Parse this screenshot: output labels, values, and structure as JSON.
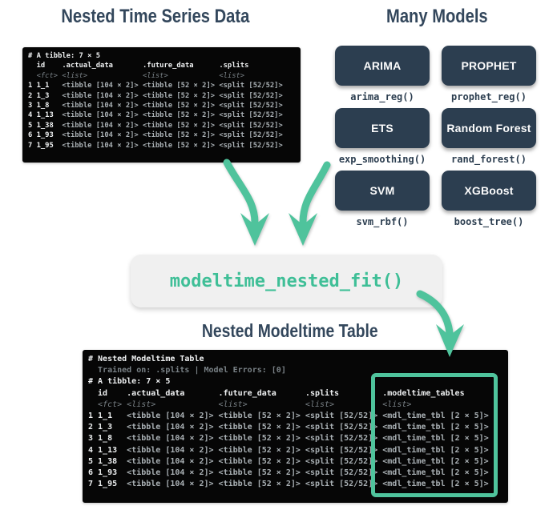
{
  "colors": {
    "accent_green": "#4fc39c",
    "code_green": "#3fbf97",
    "navy": "#2c3e50",
    "heading_navy": "#33475c",
    "terminal_background": "#060606",
    "terminal_bright": "#eef0f1",
    "terminal_gray": "#a9b0b4",
    "terminal_dim": "#7a8287",
    "fit_box_background": "#f0f0f0"
  },
  "left": {
    "title": "Nested Time Series Data",
    "terminal": {
      "lines": [
        [
          {
            "t": "# A tibble: 7 × 5",
            "c": "b"
          }
        ],
        [
          {
            "t": "  id    .actual_data       .future_data      .splits",
            "c": "b"
          }
        ],
        [
          {
            "t": "  ",
            "c": "n"
          },
          {
            "t": "<fct> <list>             <list>            <list>",
            "c": "i"
          }
        ],
        [
          {
            "t": "1 1_1",
            "c": "b"
          },
          {
            "t": "   <tibble [104 × 2]> <tibble [52 × 2]> <split [52/52]>",
            "c": "n"
          }
        ],
        [
          {
            "t": "2 1_3",
            "c": "b"
          },
          {
            "t": "   <tibble [104 × 2]> <tibble [52 × 2]> <split [52/52]>",
            "c": "n"
          }
        ],
        [
          {
            "t": "3 1_8",
            "c": "b"
          },
          {
            "t": "   <tibble [104 × 2]> <tibble [52 × 2]> <split [52/52]>",
            "c": "n"
          }
        ],
        [
          {
            "t": "4 1_13",
            "c": "b"
          },
          {
            "t": "  <tibble [104 × 2]> <tibble [52 × 2]> <split [52/52]>",
            "c": "n"
          }
        ],
        [
          {
            "t": "5 1_38",
            "c": "b"
          },
          {
            "t": "  <tibble [104 × 2]> <tibble [52 × 2]> <split [52/52]>",
            "c": "n"
          }
        ],
        [
          {
            "t": "6 1_93",
            "c": "b"
          },
          {
            "t": "  <tibble [104 × 2]> <tibble [52 × 2]> <split [52/52]>",
            "c": "n"
          }
        ],
        [
          {
            "t": "7 1_95",
            "c": "b"
          },
          {
            "t": "  <tibble [104 × 2]> <tibble [52 × 2]> <split [52/52]>",
            "c": "n"
          }
        ]
      ]
    }
  },
  "right": {
    "title": "Many Models",
    "models": [
      {
        "label": "ARIMA",
        "fn": "arima_reg()"
      },
      {
        "label": "PROPHET",
        "fn": "prophet_reg()"
      },
      {
        "label": "ETS",
        "fn": "exp_smoothing()"
      },
      {
        "label": "Random Forest",
        "fn": "rand_forest()"
      },
      {
        "label": "SVM",
        "fn": "svm_rbf()"
      },
      {
        "label": "XGBoost",
        "fn": "boost_tree()"
      }
    ]
  },
  "center": {
    "fn": "modeltime_nested_fit()"
  },
  "bottom": {
    "title": "Nested Modeltime Table",
    "highlight_column": ".modeltime_tables",
    "terminal": {
      "lines": [
        [
          {
            "t": "# Nested Modeltime Table",
            "c": "b"
          }
        ],
        [
          {
            "t": "  Trained on: .splits | Model Errors: [0]",
            "c": "d"
          }
        ],
        [
          {
            "t": "# A tibble: 7 × 5",
            "c": "b"
          }
        ],
        [
          {
            "t": "  id    .actual_data       .future_data      .splits         .modeltime_tables",
            "c": "b"
          }
        ],
        [
          {
            "t": "  ",
            "c": "n"
          },
          {
            "t": "<fct> <list>             <list>            <list>          <list>",
            "c": "i"
          }
        ],
        [
          {
            "t": "1 1_1",
            "c": "b"
          },
          {
            "t": "   <tibble [104 × 2]> <tibble [52 × 2]> <split [52/52]> <mdl_time_tbl [2 × 5]>",
            "c": "n"
          }
        ],
        [
          {
            "t": "2 1_3",
            "c": "b"
          },
          {
            "t": "   <tibble [104 × 2]> <tibble [52 × 2]> <split [52/52]> <mdl_time_tbl [2 × 5]>",
            "c": "n"
          }
        ],
        [
          {
            "t": "3 1_8",
            "c": "b"
          },
          {
            "t": "   <tibble [104 × 2]> <tibble [52 × 2]> <split [52/52]> <mdl_time_tbl [2 × 5]>",
            "c": "n"
          }
        ],
        [
          {
            "t": "4 1_13",
            "c": "b"
          },
          {
            "t": "  <tibble [104 × 2]> <tibble [52 × 2]> <split [52/52]> <mdl_time_tbl [2 × 5]>",
            "c": "n"
          }
        ],
        [
          {
            "t": "5 1_38",
            "c": "b"
          },
          {
            "t": "  <tibble [104 × 2]> <tibble [52 × 2]> <split [52/52]> <mdl_time_tbl [2 × 5]>",
            "c": "n"
          }
        ],
        [
          {
            "t": "6 1_93",
            "c": "b"
          },
          {
            "t": "  <tibble [104 × 2]> <tibble [52 × 2]> <split [52/52]> <mdl_time_tbl [2 × 5]>",
            "c": "n"
          }
        ],
        [
          {
            "t": "7 1_95",
            "c": "b"
          },
          {
            "t": "  <tibble [104 × 2]> <tibble [52 × 2]> <split [52/52]> <mdl_time_tbl [2 × 5]>",
            "c": "n"
          }
        ]
      ]
    }
  }
}
